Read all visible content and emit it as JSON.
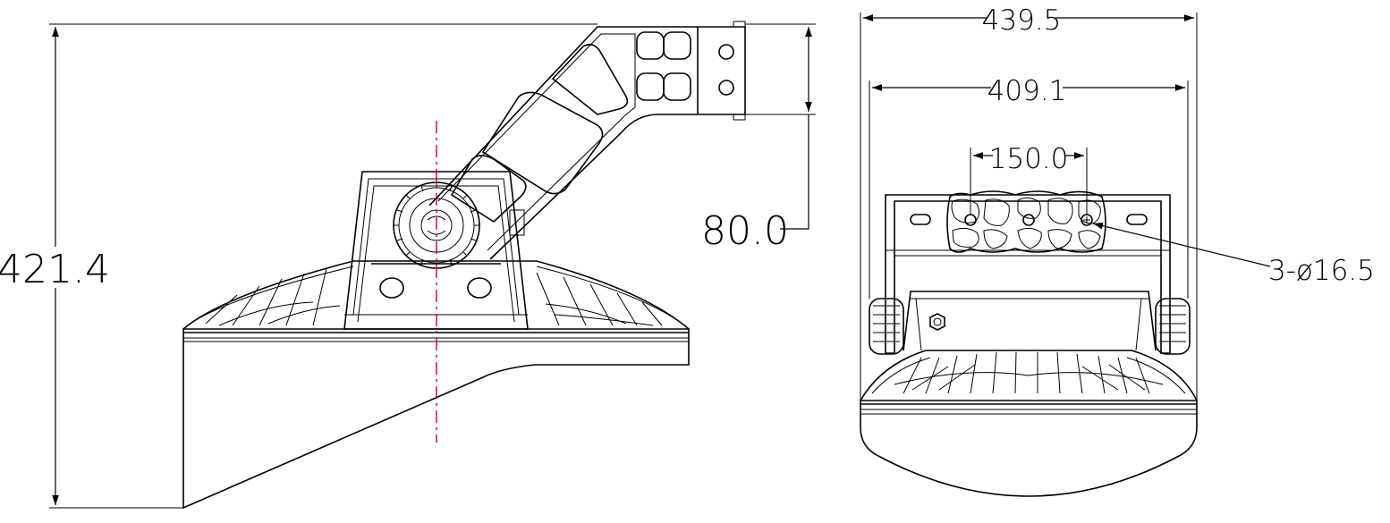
{
  "dimensions": {
    "side_height": "421.4",
    "bracket_height": "80.0",
    "overall_width": "439.5",
    "bracket_width": "409.1",
    "hole_spacing": "150.0",
    "holes": "3-ø16.5"
  },
  "colors": {
    "line": "#000000",
    "centerline": "#d0021b",
    "background": "#ffffff"
  }
}
